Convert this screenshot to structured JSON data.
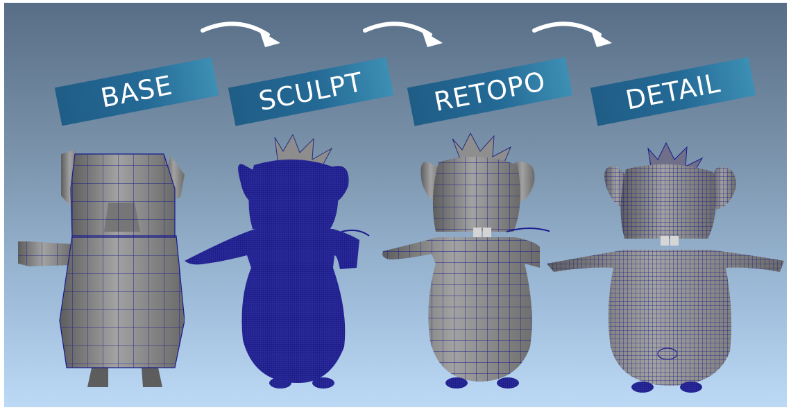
{
  "stages": [
    {
      "label": "BASE"
    },
    {
      "label": "SCULPT"
    },
    {
      "label": "RETOPO"
    },
    {
      "label": "DETAIL"
    }
  ],
  "colors": {
    "background_top": "#586e87",
    "background_bottom": "#bcd9f6",
    "banner": "#246a96",
    "banner_text": "#ffffff",
    "mesh_gray": "#8a8a8a",
    "wireframe": "#1a1a8c",
    "arrow": "#ffffff"
  },
  "icons": [
    "curved-arrow-icon"
  ]
}
